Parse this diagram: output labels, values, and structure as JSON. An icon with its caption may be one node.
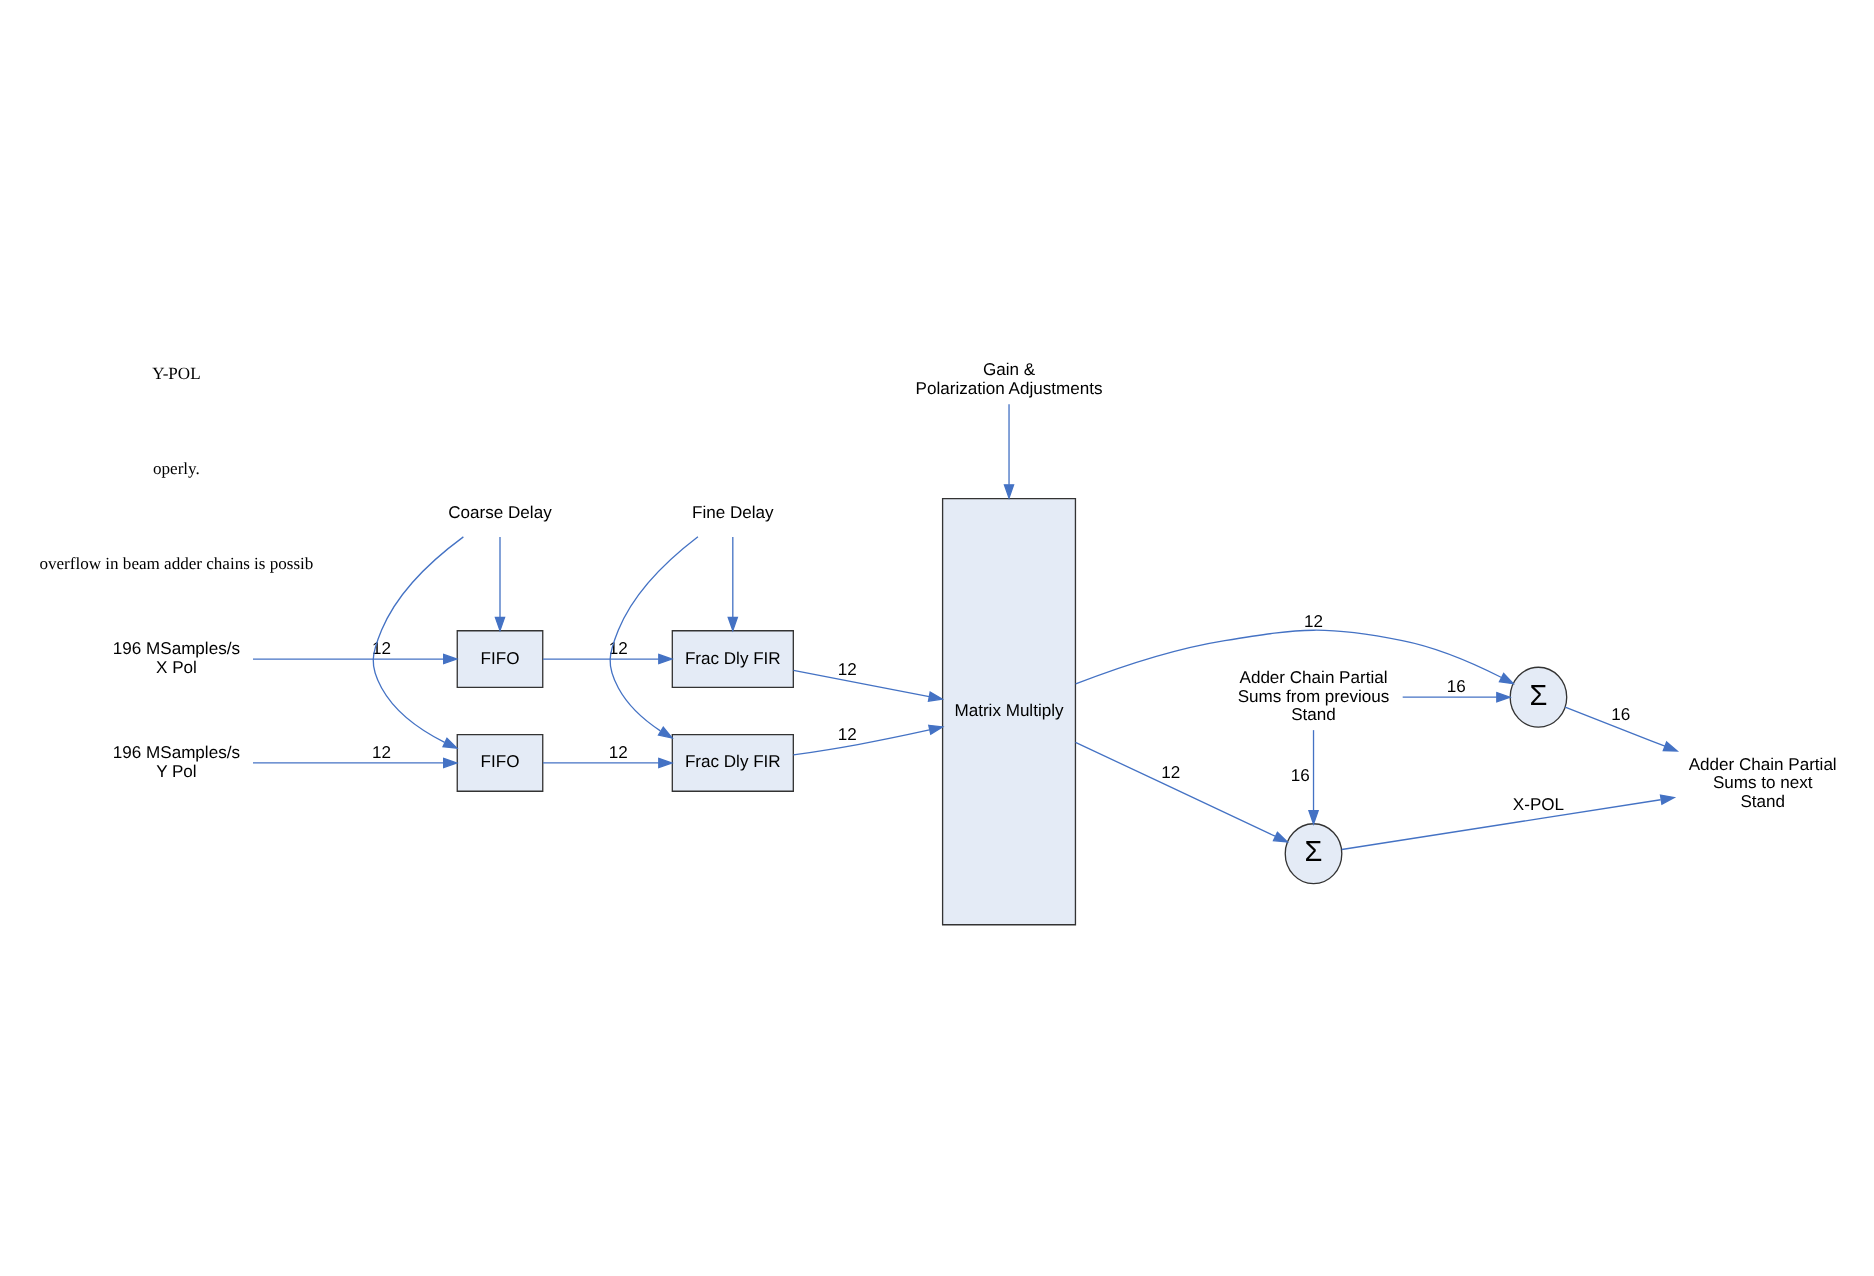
{
  "diagram": {
    "nodes": [
      {
        "text": [
          "196 MSamples/s X Pol"
        ]
      },
      {
        "text": [
          "FIFO"
        ]
      },
      {
        "text": [
          "Frac Dly FIR"
        ]
      },
      {
        "text": [
          "Coarse Delay"
        ]
      },
      {
        "text": [
          "Fine Delay"
        ]
      },
      {
        "text": [
          "196 MSamples/s Y Pol"
        ]
      },
      {
        "text": [
          "FIFO"
        ]
      },
      {
        "text": [
          "Frac Dly FIR"
        ]
      },
      {
        "text": [
          "Matrix Multiply"
        ]
      },
      {
        "text": [
          "Σ"
        ]
      },
      {
        "text": [
          "Σ"
        ]
      },
      {
        "text": [
          "Adder Chain Partial Sums from previous Stand"
        ]
      },
      {
        "text": [
          "Adder Chain Partial Sums to next Stand"
        ]
      },
      {
        "text": [
          "Gain & Polarization Adjustments"
        ]
      }
    ],
    "edges": [
      {
        "from": 0,
        "to": 1,
        "arrow": "to",
        "label": "12"
      },
      {
        "from": 1,
        "to": 2,
        "arrow": "to",
        "label": "12"
      },
      {
        "from": 2,
        "to": 8,
        "arrow": "to",
        "label": "12"
      },
      {
        "from": 3,
        "to": 1,
        "arrow": "to"
      },
      {
        "from": 3,
        "to": 6,
        "arrow": "to"
      },
      {
        "from": 4,
        "to": 2,
        "arrow": "to"
      },
      {
        "from": 4,
        "to": 7,
        "arrow": "to"
      },
      {
        "from": 5,
        "to": 6,
        "arrow": "to",
        "label": "12"
      },
      {
        "from": 6,
        "to": 7,
        "arrow": "to",
        "label": "12"
      },
      {
        "from": 7,
        "to": 8,
        "arrow": "to",
        "label": "12"
      },
      {
        "from": 8,
        "to": 9,
        "arrow": "to",
        "label": "12"
      },
      {
        "from": 8,
        "to": 10,
        "arrow": "to",
        "label": "12"
      },
      {
        "from": 11,
        "to": 9,
        "arrow": "to",
        "label": "16"
      },
      {
        "from": 11,
        "to": 10,
        "arrow": "to",
        "label": "16"
      },
      {
        "from": 9,
        "to": 12,
        "arrow": "to",
        "label": "X-POL"
      },
      {
        "from": 10,
        "to": 12,
        "arrow": "to",
        "label": "16"
      },
      {
        "from": 13,
        "to": 8,
        "arrow": "to"
      }
    ],
    "labels": [
      "overflow in beam adder chains is possib",
      "operly.",
      "Y-POL"
    ]
  }
}
